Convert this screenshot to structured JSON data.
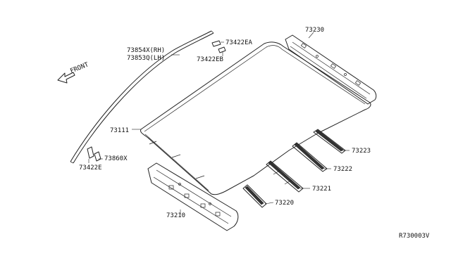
{
  "diagram": {
    "direction_label": "FRONT",
    "reference_code": "R730003V",
    "parts": [
      {
        "id": "p73230",
        "number": "73230"
      },
      {
        "id": "p73854",
        "number": "73854X(RH)"
      },
      {
        "id": "p73853",
        "number": "73853Q(LH)"
      },
      {
        "id": "p73422ea",
        "number": "73422EA"
      },
      {
        "id": "p73422eb",
        "number": "73422EB"
      },
      {
        "id": "p73111",
        "number": "73111"
      },
      {
        "id": "p73860",
        "number": "73860X"
      },
      {
        "id": "p73422e",
        "number": "73422E"
      },
      {
        "id": "p73223",
        "number": "73223"
      },
      {
        "id": "p73222",
        "number": "73222"
      },
      {
        "id": "p73221",
        "number": "73221"
      },
      {
        "id": "p73220",
        "number": "73220"
      },
      {
        "id": "p73210",
        "number": "73210"
      }
    ]
  }
}
